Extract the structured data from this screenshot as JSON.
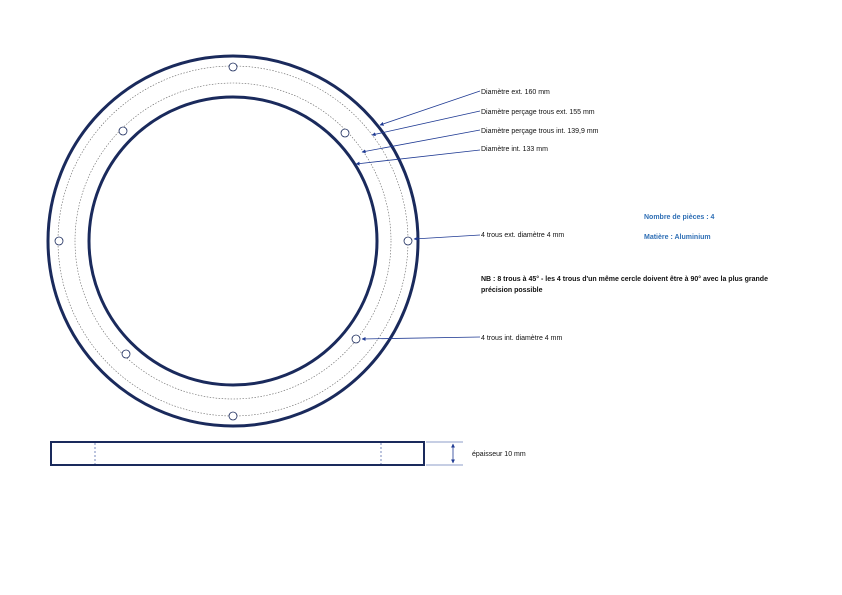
{
  "colors": {
    "outline": "#1a2a5c",
    "leader": "#1f3a93",
    "hole_circle": "#555555",
    "info_text": "#2f6fb5"
  },
  "annotations": {
    "outer_diameter": "Diamètre ext. 160 mm",
    "outer_hole_pcd": "Diamètre perçage trous ext. 155 mm",
    "inner_hole_pcd": "Diamètre perçage trous int. 139,9 mm",
    "inner_diameter": "Diamètre int. 133 mm",
    "outer_holes": "4 trous ext. diamètre 4 mm",
    "inner_holes": "4 trous int. diamètre 4 mm",
    "thickness": "épaisseur 10 mm"
  },
  "info": {
    "pieces_label": "Nombre de pièces : 4",
    "material_label": "Matière : Aluminium"
  },
  "note": {
    "line1": "NB : 8 trous à 45° - les 4 trous d'un même cercle doivent être à 90° avec la plus grande",
    "line2": "précision possible"
  }
}
